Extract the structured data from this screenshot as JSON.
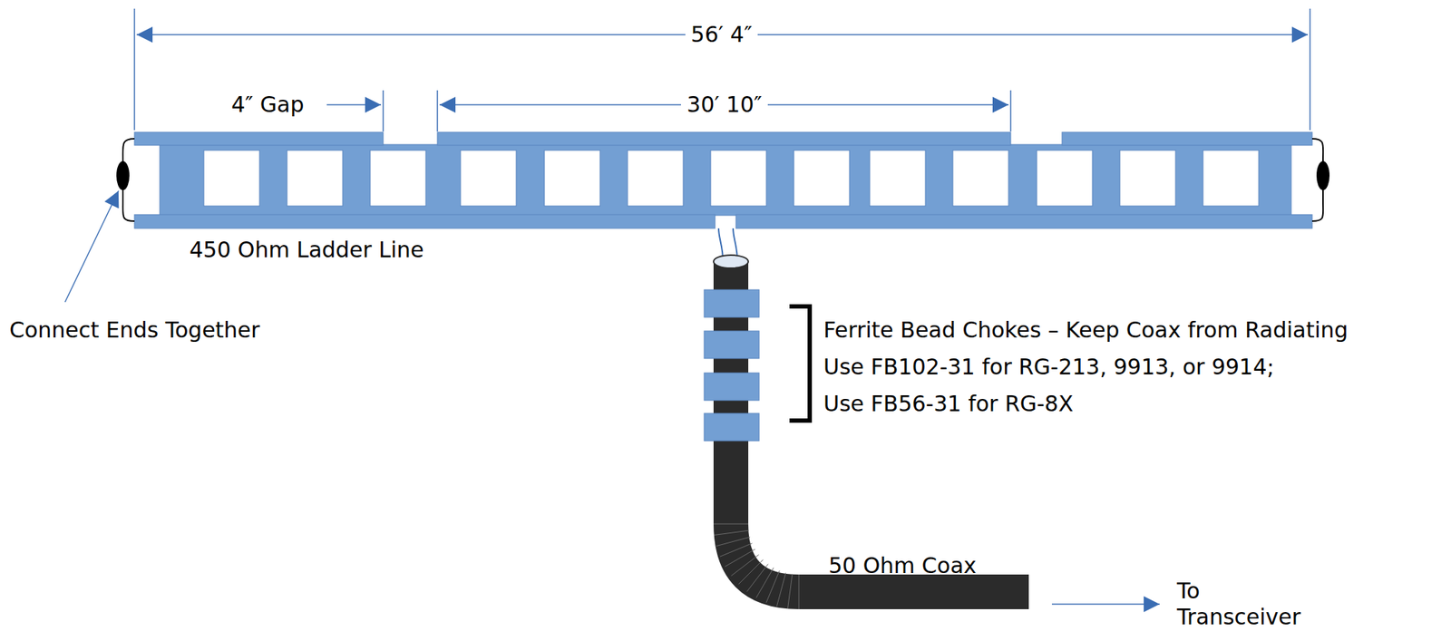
{
  "diagram": {
    "labels": [
      "56′ 4″",
      "4″ Gap",
      "30′ 10″",
      "450 Ohm Ladder Line",
      "Connect Ends Together",
      "Ferrite Bead Chokes – Keep Coax from Radiating",
      "Use FB102-31 for RG-213, 9913, or 9914;",
      "Use FB56-31 for RG-8X",
      "50 Ohm Coax",
      "To Transceiver"
    ]
  }
}
